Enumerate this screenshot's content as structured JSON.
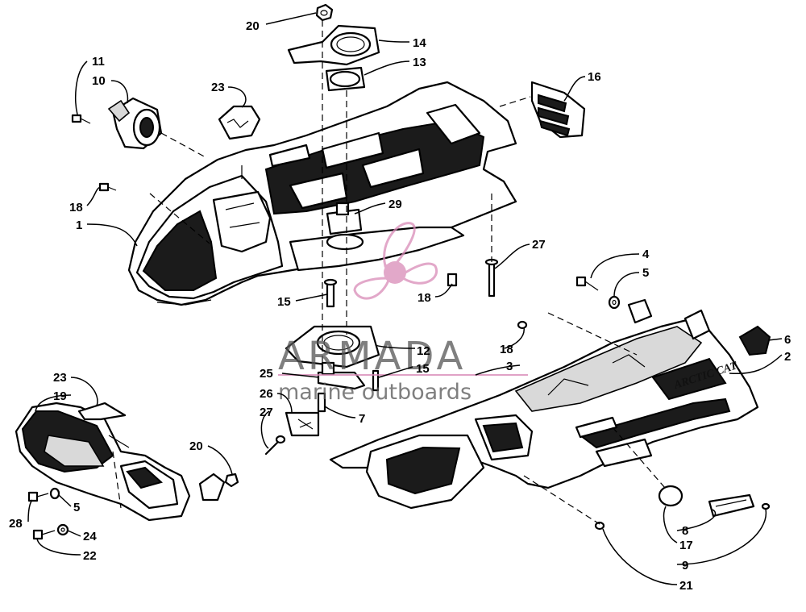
{
  "watermark": {
    "brand": "ARMADA",
    "tagline": "marine outboards",
    "accent_color": "#d98bb8"
  },
  "hood_brand_text": "ARCTIC CAT",
  "callouts": [
    {
      "id": "c20a",
      "label": "20"
    },
    {
      "id": "c14",
      "label": "14"
    },
    {
      "id": "c13",
      "label": "13"
    },
    {
      "id": "c11",
      "label": "11"
    },
    {
      "id": "c10",
      "label": "10"
    },
    {
      "id": "c23a",
      "label": "23"
    },
    {
      "id": "c16",
      "label": "16"
    },
    {
      "id": "c18a",
      "label": "18"
    },
    {
      "id": "c1",
      "label": "1"
    },
    {
      "id": "c29",
      "label": "29"
    },
    {
      "id": "c27a",
      "label": "27"
    },
    {
      "id": "c4",
      "label": "4"
    },
    {
      "id": "c5a",
      "label": "5"
    },
    {
      "id": "c15a",
      "label": "15"
    },
    {
      "id": "c18b",
      "label": "18"
    },
    {
      "id": "c6",
      "label": "6"
    },
    {
      "id": "c2",
      "label": "2"
    },
    {
      "id": "c18c",
      "label": "18"
    },
    {
      "id": "c12",
      "label": "12"
    },
    {
      "id": "c3",
      "label": "3"
    },
    {
      "id": "c25",
      "label": "25"
    },
    {
      "id": "c15b",
      "label": "15"
    },
    {
      "id": "c23b",
      "label": "23"
    },
    {
      "id": "c19",
      "label": "19"
    },
    {
      "id": "c26",
      "label": "26"
    },
    {
      "id": "c7",
      "label": "7"
    },
    {
      "id": "c27b",
      "label": "27"
    },
    {
      "id": "c20b",
      "label": "20"
    },
    {
      "id": "c28",
      "label": "28"
    },
    {
      "id": "c5b",
      "label": "5"
    },
    {
      "id": "c24",
      "label": "24"
    },
    {
      "id": "c22",
      "label": "22"
    },
    {
      "id": "c8",
      "label": "8"
    },
    {
      "id": "c17",
      "label": "17"
    },
    {
      "id": "c9",
      "label": "9"
    },
    {
      "id": "c21",
      "label": "21"
    }
  ]
}
